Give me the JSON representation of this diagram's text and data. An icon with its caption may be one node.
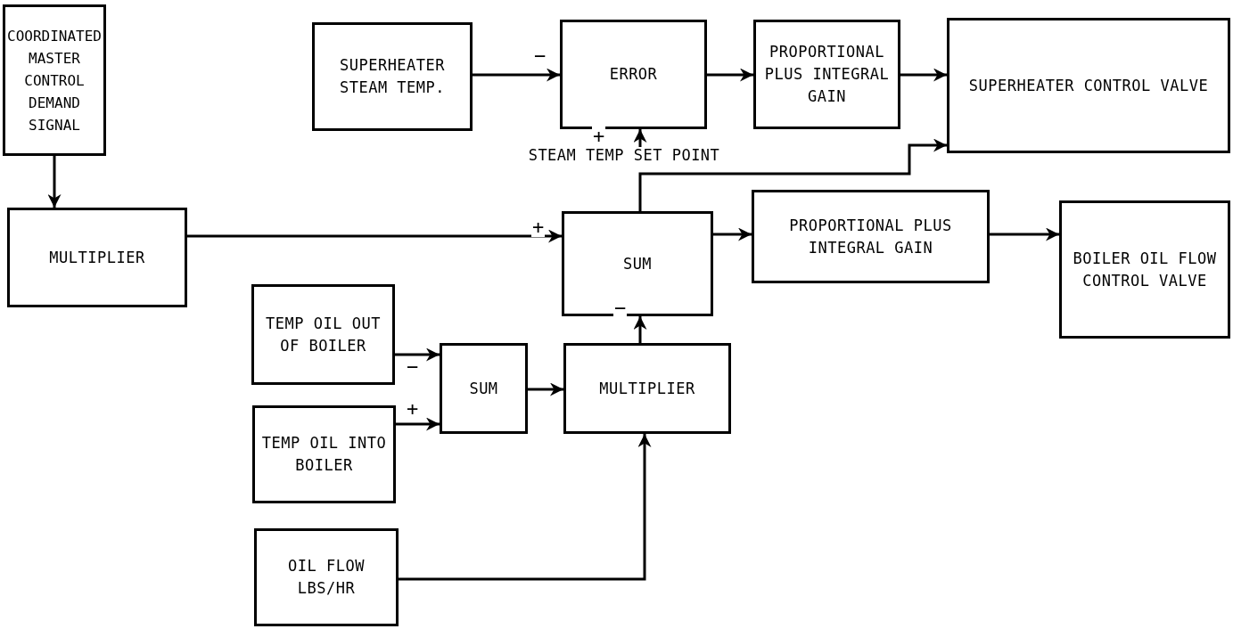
{
  "diagram": {
    "nodes": [
      {
        "text": [
          "COORDINATED MASTER CONTROL DEMAND SIGNAL"
        ]
      },
      {
        "text": [
          "SUPERHEATER STEAM TEMP."
        ]
      },
      {
        "text": [
          "ERROR"
        ]
      },
      {
        "text": [
          "PROPORTIONAL PLUS INTEGRAL GAIN"
        ]
      },
      {
        "text": [
          "SUPERHEATER CONTROL VALVE"
        ]
      },
      {
        "text": [
          "MULTIPLIER"
        ]
      },
      {
        "text": [
          "SUM"
        ]
      },
      {
        "text": [
          "PROPORTIONAL PLUS INTEGRAL GAIN"
        ]
      },
      {
        "text": [
          "BOILER OIL FLOW CONTROL VALVE"
        ]
      },
      {
        "text": [
          "TEMP OIL OUT OF BOILER"
        ]
      },
      {
        "text": [
          "SUM"
        ]
      },
      {
        "text": [
          "MULTIPLIER"
        ]
      },
      {
        "text": [
          "TEMP OIL INTO BOILER"
        ]
      },
      {
        "text": [
          "OIL FLOW LBS/HR"
        ]
      },
      {
        "text": [
          "STEAM TEMP SET POINT"
        ]
      }
    ],
    "edges": [
      {
        "from": 0,
        "to": 5,
        "arrow": "to"
      },
      {
        "from": 1,
        "to": 2,
        "arrow": "to",
        "label": "−"
      },
      {
        "from": 14,
        "to": 2,
        "arrow": "to",
        "label": "+"
      },
      {
        "from": 2,
        "to": 3,
        "arrow": "to"
      },
      {
        "from": 3,
        "to": 4,
        "arrow": "to"
      },
      {
        "from": 5,
        "to": 6,
        "arrow": "to",
        "label": "+"
      },
      {
        "from": 6,
        "to": 4,
        "arrow": "to"
      },
      {
        "from": 6,
        "to": 7,
        "arrow": "to"
      },
      {
        "from": 7,
        "to": 8,
        "arrow": "to"
      },
      {
        "from": 9,
        "to": 10,
        "arrow": "to",
        "label": "−"
      },
      {
        "from": 12,
        "to": 10,
        "arrow": "to",
        "label": "+"
      },
      {
        "from": 10,
        "to": 11,
        "arrow": "to"
      },
      {
        "from": 11,
        "to": 6,
        "arrow": "to",
        "label": "−"
      },
      {
        "from": 13,
        "to": 11,
        "arrow": "to"
      }
    ]
  }
}
